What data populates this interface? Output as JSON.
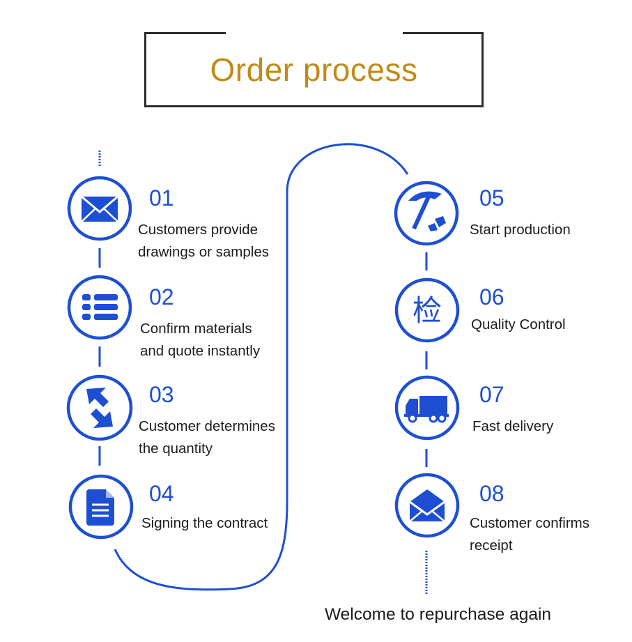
{
  "title": "Order process",
  "colors": {
    "accent": "#1e4fd3",
    "title": "#c18a17",
    "text": "#1c1c1c"
  },
  "steps": [
    {
      "number": "01",
      "lines": [
        "Customers provide",
        "drawings or samples"
      ],
      "icon": "envelope-icon"
    },
    {
      "number": "02",
      "lines": [
        "Confirm materials",
        "and quote instantly"
      ],
      "icon": "list-icon"
    },
    {
      "number": "03",
      "lines": [
        "Customer determines",
        "the quantity"
      ],
      "icon": "exchange-arrows-icon"
    },
    {
      "number": "04",
      "lines": [
        "Signing the contract"
      ],
      "icon": "document-icon"
    },
    {
      "number": "05",
      "lines": [
        "Start production"
      ],
      "icon": "pickaxe-icon"
    },
    {
      "number": "06",
      "lines": [
        "Quality Control"
      ],
      "icon": "inspection-character-icon",
      "glyph": "检"
    },
    {
      "number": "07",
      "lines": [
        "Fast delivery"
      ],
      "icon": "truck-icon"
    },
    {
      "number": "08",
      "lines": [
        "Customer confirms",
        "receipt"
      ],
      "icon": "open-envelope-icon"
    }
  ],
  "footer": "Welcome to repurchase again"
}
